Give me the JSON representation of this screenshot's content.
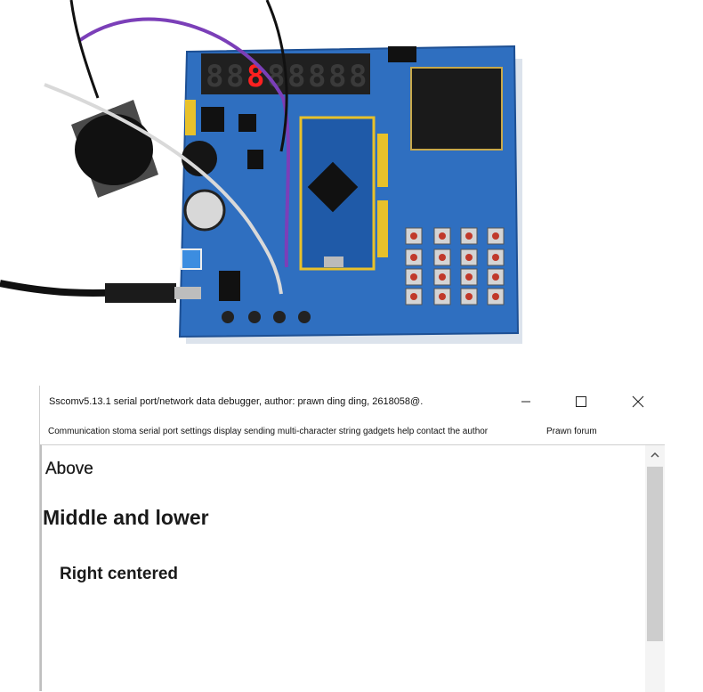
{
  "window": {
    "title": "Sscomv5.13.1 serial port/network data debugger, author: prawn ding ding, 2618058@.",
    "controls": [
      "minimize-icon",
      "maximize-icon",
      "close-icon"
    ]
  },
  "menubar": {
    "items_text": "Communication stoma serial port settings display sending multi-character string gadgets help contact the author",
    "forum_label": "Prawn forum"
  },
  "receive_area": {
    "lines": [
      "Above",
      "Middle and lower",
      "Right centered"
    ]
  },
  "photo": {
    "segment_display": [
      "8",
      "8",
      "8",
      "8",
      "8",
      "8",
      "8",
      "8"
    ],
    "board_color": "#2f6fc0",
    "lit_digit_color": "#ff2020"
  }
}
